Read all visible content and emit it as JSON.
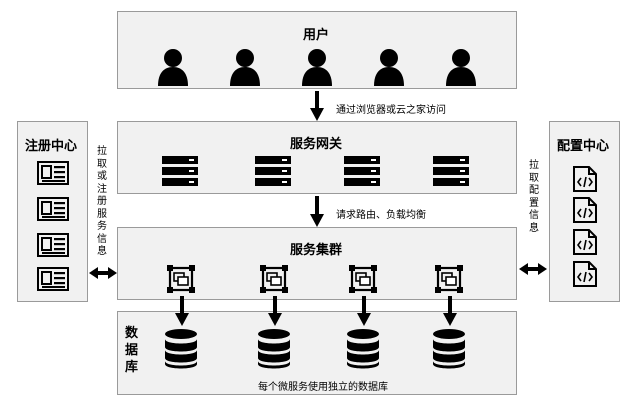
{
  "users": {
    "title": "用户"
  },
  "gateway": {
    "title": "服务网关"
  },
  "cluster": {
    "title": "服务集群"
  },
  "database": {
    "title": "数据库",
    "note": "每个微服务使用独立的数据库"
  },
  "registry": {
    "title": "注册中心",
    "side_note": "拉取或注册服务信息"
  },
  "config": {
    "title": "配置中心",
    "side_note": "拉取配置信息"
  },
  "edges": {
    "users_to_gateway": "通过浏览器或云之家访问",
    "gateway_to_cluster": "请求路由、负载均衡"
  },
  "icons": {
    "user": "user-icon",
    "server": "server-icon",
    "service": "service-icon",
    "database": "database-icon",
    "registry": "registry-card-icon",
    "config": "config-file-icon"
  },
  "colors": {
    "box_fill": "#f1f1f1",
    "box_border": "#9a9a9a",
    "ink": "#000000"
  }
}
